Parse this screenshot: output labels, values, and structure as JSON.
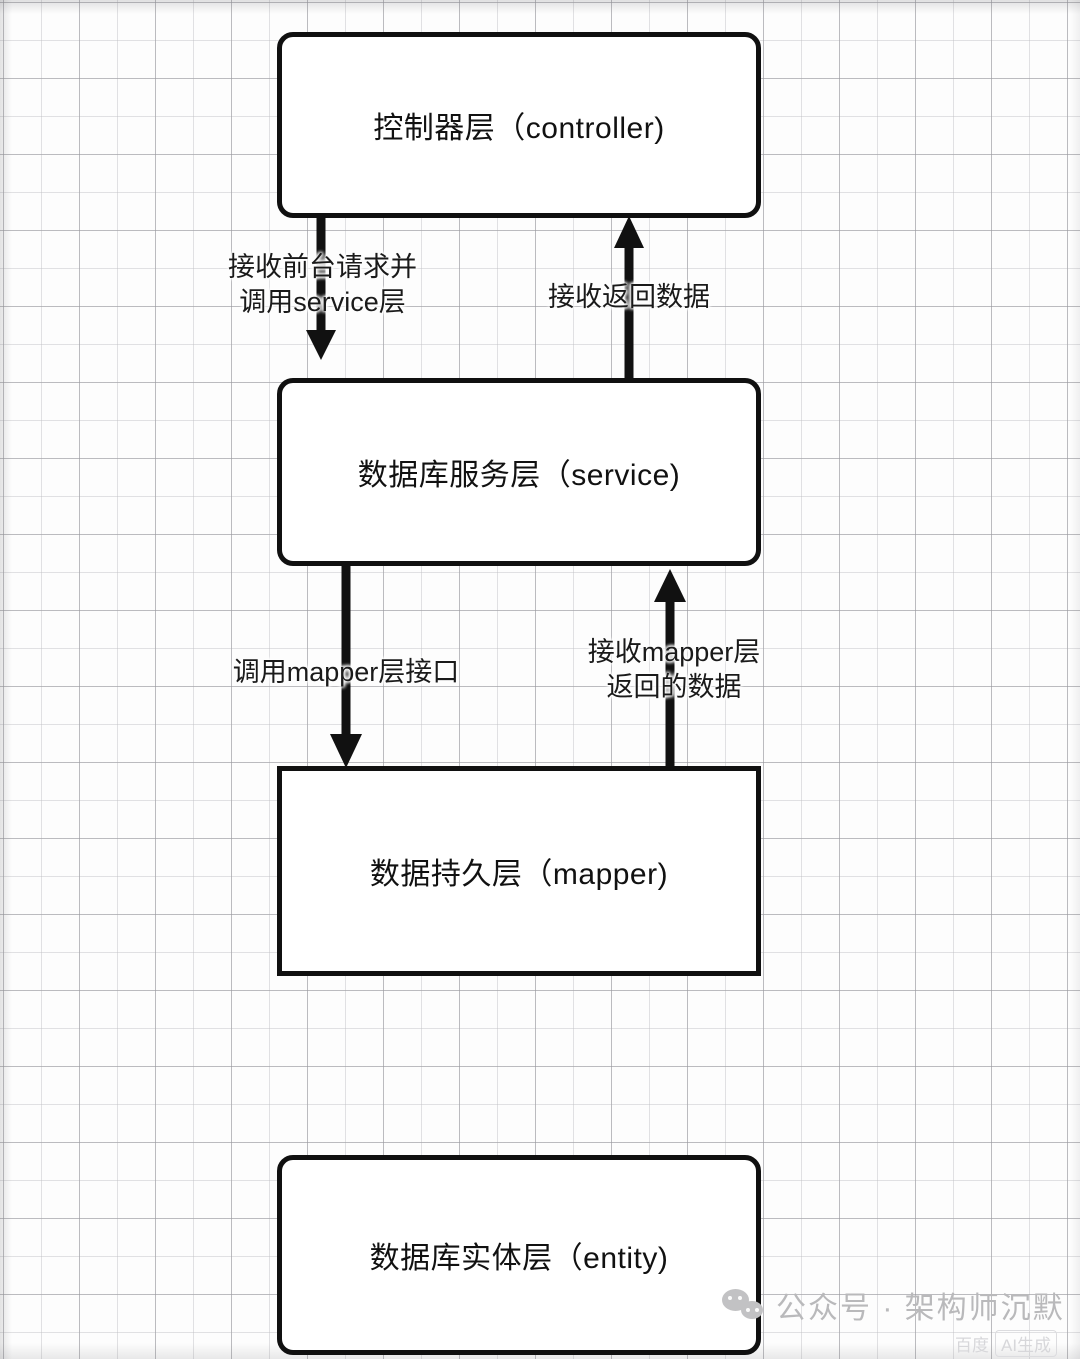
{
  "diagram": {
    "title_boxes": [
      {
        "id": "controller",
        "label": "控制器层（controller)"
      },
      {
        "id": "service",
        "label": "数据库服务层（service)"
      },
      {
        "id": "mapper",
        "label": "数据持久层（mapper)"
      },
      {
        "id": "entity",
        "label": "数据库实体层（entity)"
      }
    ],
    "edges": [
      {
        "id": "controller-to-service",
        "direction": "down",
        "lines": [
          "接收前台请求并",
          "调用service层"
        ]
      },
      {
        "id": "service-to-controller",
        "direction": "up",
        "lines": [
          "接收返回数据"
        ]
      },
      {
        "id": "service-to-mapper",
        "direction": "down",
        "lines": [
          "调用mapper层接口"
        ]
      },
      {
        "id": "mapper-to-service",
        "direction": "up",
        "lines": [
          "接收mapper层",
          "返回的数据"
        ]
      }
    ],
    "colors": {
      "box_border": "#101010",
      "box_fill": "#ffffff",
      "arrow": "#111111",
      "text": "#111111",
      "grid_minor": "#bebec3",
      "grid_major": "#96969b"
    }
  },
  "watermark": {
    "icon": "wechat-icon",
    "text": "公众号 · 架构师沉默",
    "ai_badge": {
      "brand": "百度",
      "tag": "AI生成"
    }
  }
}
